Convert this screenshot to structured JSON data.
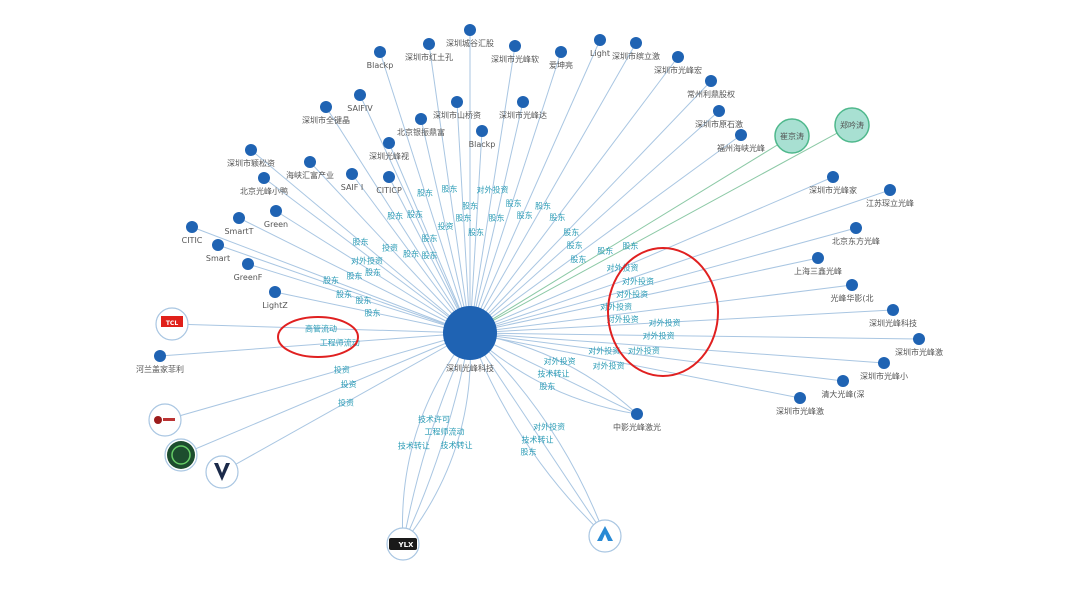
{
  "center": {
    "label": "深圳光峰科技",
    "color": "#1f63b3"
  },
  "colors": {
    "node": "#1f63b3",
    "edge": "#a9c6e2",
    "edge_label": "#2a9bb5",
    "person_fill": "#a8e0d2",
    "person_stroke": "#4fb88c",
    "highlight": "#e02020"
  },
  "nodes": [
    {
      "label": "深圳城谷汇股",
      "type": "company",
      "rel": [
        "股东"
      ]
    },
    {
      "label": "深圳市红土孔",
      "type": "company",
      "rel": [
        "股东"
      ]
    },
    {
      "label": "Blackp",
      "type": "company",
      "rel": [
        "股东"
      ]
    },
    {
      "label": "深圳市光峰软",
      "type": "company",
      "rel": [
        "对外投资"
      ]
    },
    {
      "label": "爱坤亮",
      "type": "company",
      "rel": [
        "股东"
      ]
    },
    {
      "label": "Light",
      "type": "company",
      "rel": [
        "股东"
      ]
    },
    {
      "label": "深圳市缤立激",
      "type": "company",
      "rel": [
        "股东"
      ]
    },
    {
      "label": "深圳市光峰宏",
      "type": "company",
      "rel": [
        "股东"
      ]
    },
    {
      "label": "常州利鼎股权",
      "type": "company",
      "rel": [
        "股东"
      ]
    },
    {
      "label": "深圳市原石激",
      "type": "company",
      "rel": [
        "股东"
      ]
    },
    {
      "label": "福州海峡光峰",
      "type": "company",
      "rel": [
        "股东"
      ]
    },
    {
      "label": "崔京涛",
      "type": "person",
      "rel": [
        "股东"
      ]
    },
    {
      "label": "郑吟涛",
      "type": "person",
      "rel": [
        "股东"
      ]
    },
    {
      "label": "SAIFIV",
      "type": "company",
      "rel": [
        "股东"
      ]
    },
    {
      "label": "深圳市全键晶",
      "type": "company",
      "rel": [
        "股东"
      ]
    },
    {
      "label": "深圳市山桥资",
      "type": "company",
      "rel": [
        "股东"
      ]
    },
    {
      "label": "深圳市光峰达",
      "type": "company",
      "rel": [
        "股东"
      ]
    },
    {
      "label": "北京银振鼎富",
      "type": "company",
      "rel": [
        "投资"
      ]
    },
    {
      "label": "Blackp",
      "type": "company",
      "rel": [
        "股东"
      ]
    },
    {
      "label": "深圳光峰视",
      "type": "company",
      "rel": [
        "股东"
      ]
    },
    {
      "label": "深圳市颖松资",
      "type": "company",
      "rel": [
        "股东"
      ]
    },
    {
      "label": "海峡汇富产业",
      "type": "company",
      "rel": [
        "投资"
      ]
    },
    {
      "label": "SAIF I",
      "type": "company",
      "rel": [
        "股东"
      ]
    },
    {
      "label": "CITICP",
      "type": "company",
      "rel": [
        "股东"
      ]
    },
    {
      "label": "北京光峰小鸭",
      "type": "company",
      "rel": [
        "对外投资"
      ]
    },
    {
      "label": "Green",
      "type": "company",
      "rel": [
        "股东"
      ]
    },
    {
      "label": "SmartT",
      "type": "company",
      "rel": [
        "股东"
      ]
    },
    {
      "label": "CITIC",
      "type": "company",
      "rel": [
        "股东"
      ]
    },
    {
      "label": "Smart",
      "type": "company",
      "rel": [
        "股东"
      ]
    },
    {
      "label": "GreenF",
      "type": "company",
      "rel": [
        "股东"
      ]
    },
    {
      "label": "LightZ",
      "type": "company",
      "rel": [
        "股东"
      ]
    },
    {
      "label": "深圳市光峰家",
      "type": "company",
      "rel": [
        "对外投资"
      ]
    },
    {
      "label": "江苏琛立光峰",
      "type": "company",
      "rel": [
        "对外投资"
      ]
    },
    {
      "label": "北京东方光峰",
      "type": "company",
      "rel": [
        "对外投资"
      ]
    },
    {
      "label": "上海三鑫光峰",
      "type": "company",
      "rel": [
        "对外投资"
      ]
    },
    {
      "label": "光峰华影(北",
      "type": "company",
      "rel": [
        "对外投资"
      ]
    },
    {
      "label": "深圳光峰科技",
      "type": "company",
      "rel": [
        "对外投资"
      ]
    },
    {
      "label": "深圳市光峰激",
      "type": "company",
      "rel": [
        "对外投资"
      ]
    },
    {
      "label": "深圳市光峰小",
      "type": "company",
      "rel": [
        "对外投资"
      ]
    },
    {
      "label": "清大光峰(深",
      "type": "company",
      "rel": [
        "对外投资"
      ]
    },
    {
      "label": "深圳市光峰激",
      "type": "company",
      "rel": [
        "对外投资"
      ]
    },
    {
      "label": "中影光峰激光",
      "type": "company",
      "rel": [
        "对外投资",
        "技术转让",
        "股东"
      ]
    },
    {
      "label": "TCL",
      "type": "logo",
      "logo": "tcl",
      "rel": [
        "高管流动"
      ]
    },
    {
      "label": "河兰盖家菲利",
      "type": "company",
      "rel": [
        "工程师流动"
      ]
    },
    {
      "label": "",
      "type": "logo",
      "logo": "red",
      "rel": [
        "投资"
      ]
    },
    {
      "label": "",
      "type": "logo",
      "logo": "green",
      "rel": [
        "投资"
      ]
    },
    {
      "label": "",
      "type": "logo",
      "logo": "v",
      "rel": [
        "投资"
      ]
    },
    {
      "label": "YLX",
      "type": "logo",
      "logo": "ylx",
      "rel": [
        "技术转让",
        "工程师流动",
        "技术许可",
        "技术转让"
      ]
    },
    {
      "label": "",
      "type": "logo",
      "logo": "a",
      "rel": [
        "对外投资",
        "技术转让",
        "股东"
      ]
    }
  ]
}
